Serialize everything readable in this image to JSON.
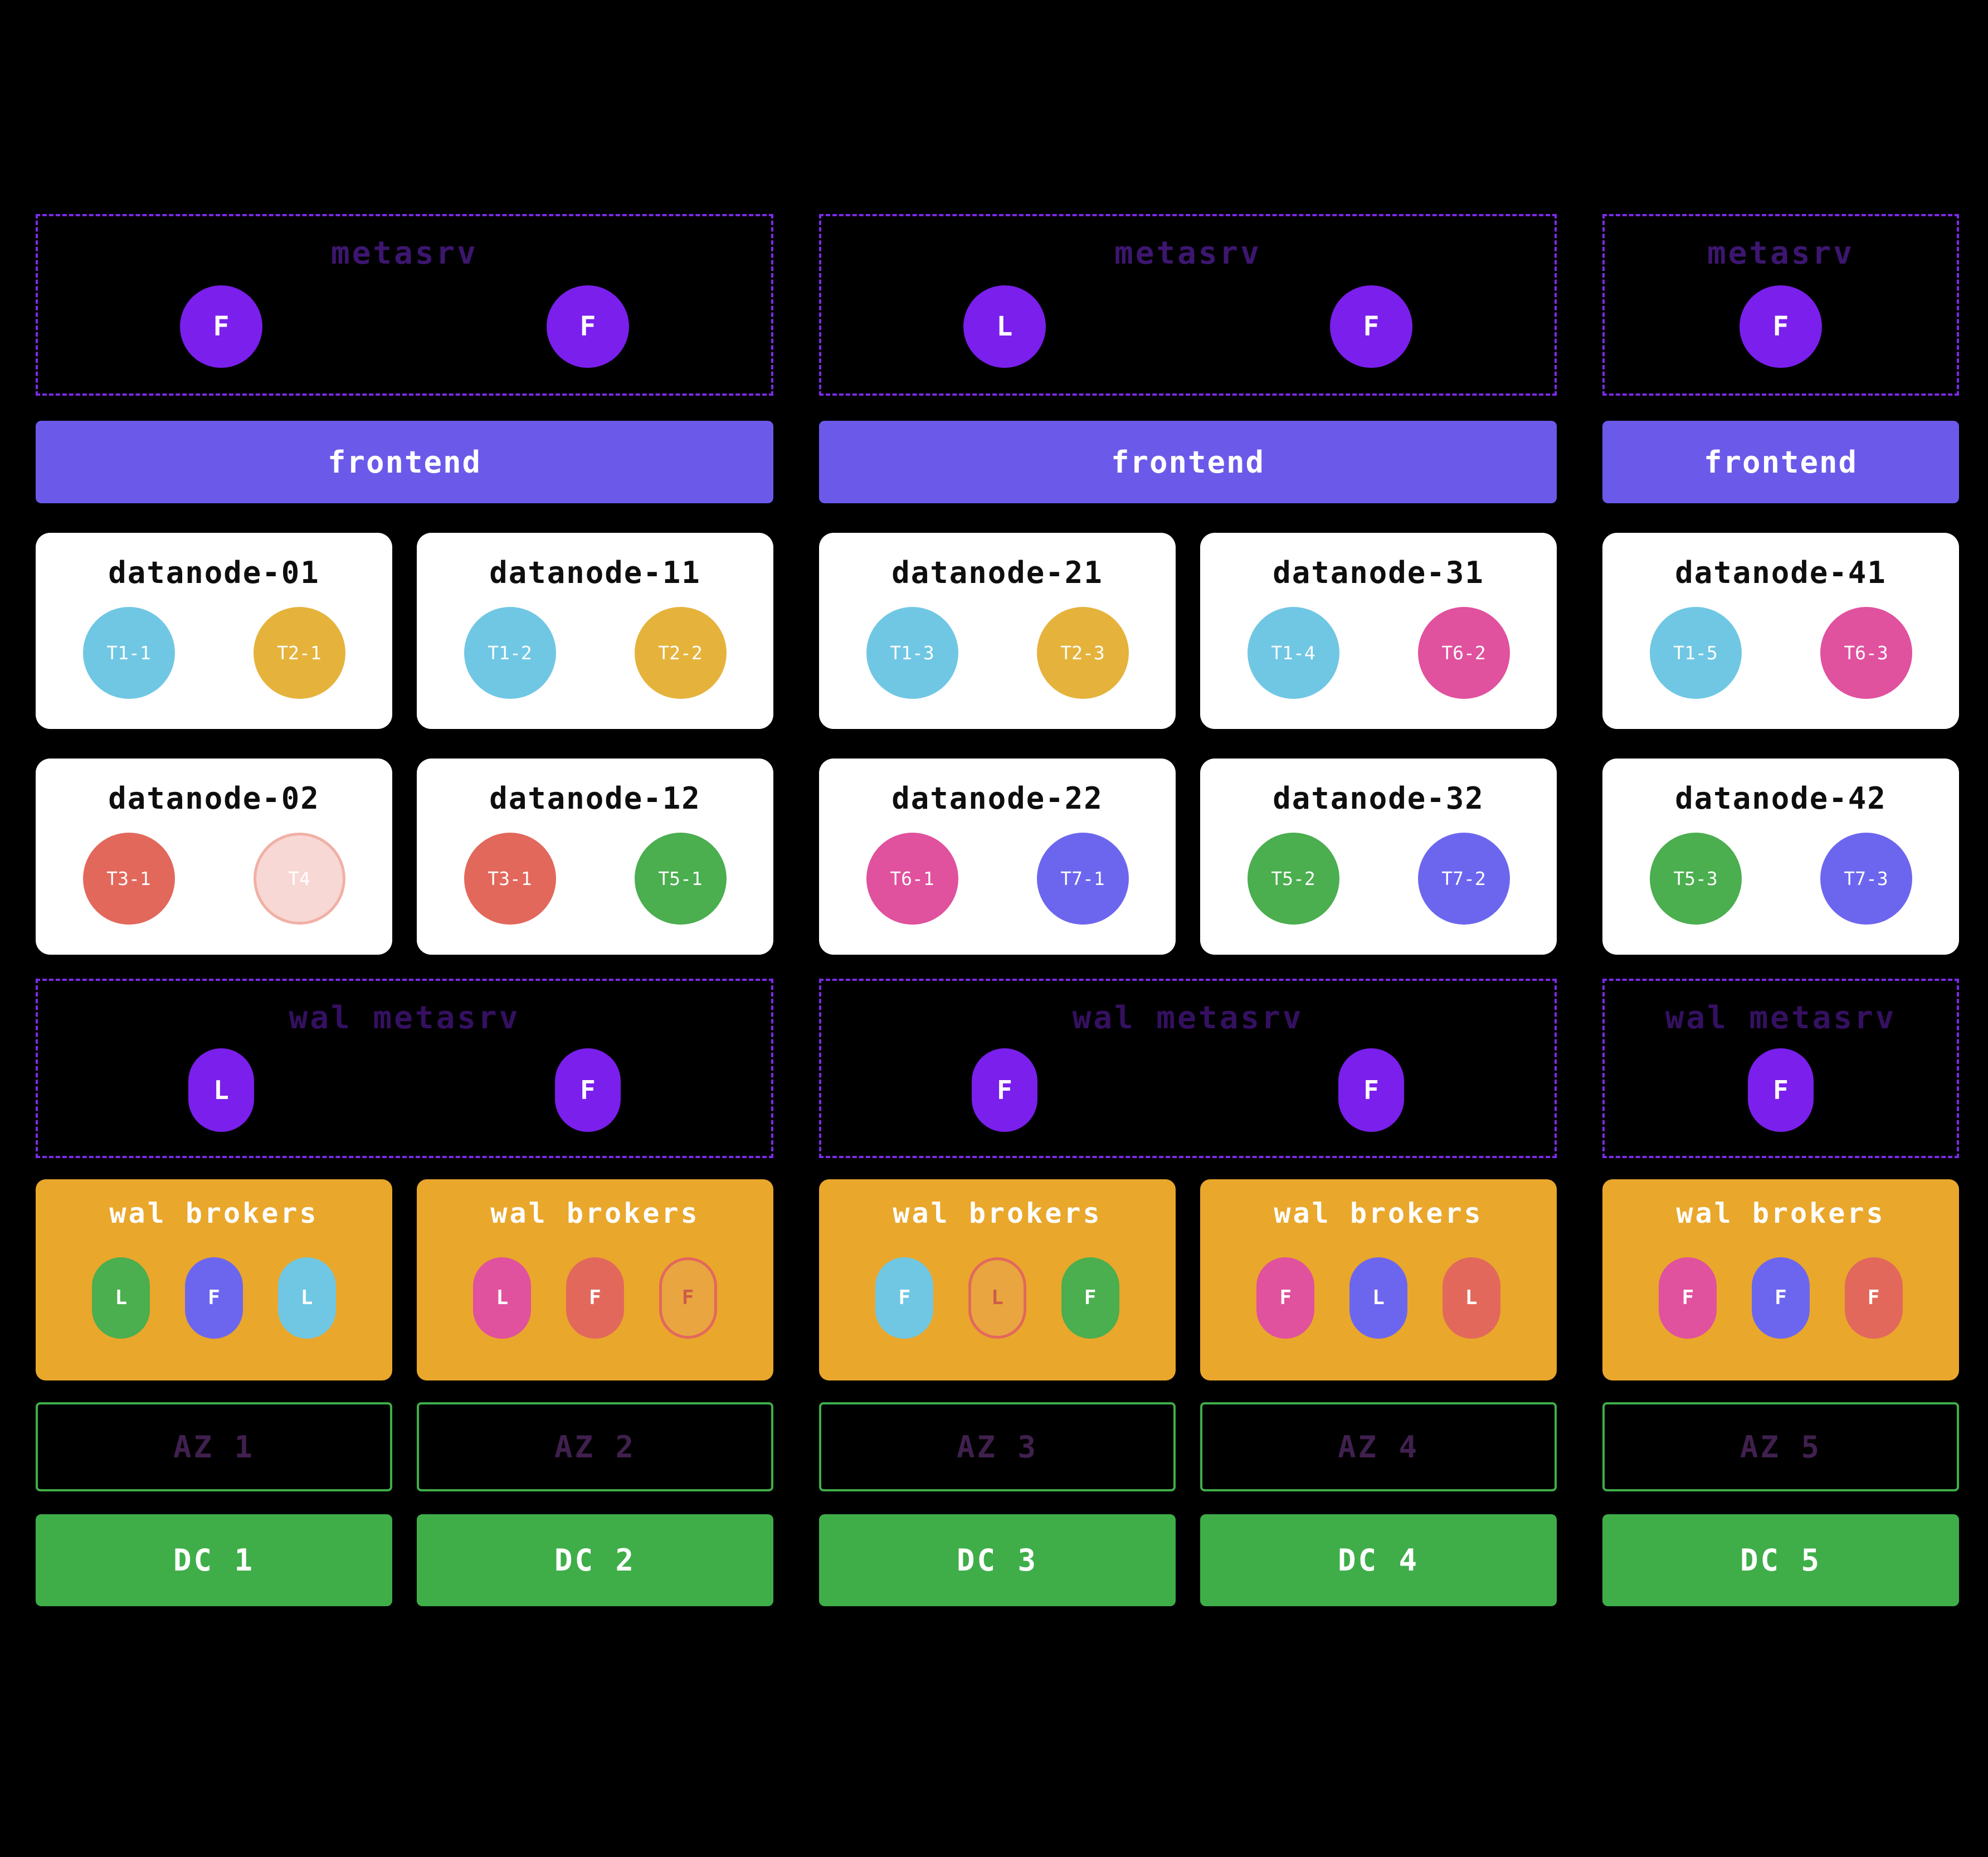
{
  "palette": {
    "background": "#000000",
    "metasrv_node": "#7A1FEC",
    "dashed_border": "#7D2AE8",
    "metasrv_title_text": "#3D1670",
    "wal_metasrv_title_text": "#351061",
    "frontend_bg": "#6B5AEA",
    "broker_bg": "#E9A72C",
    "az_border": "#3FAE49",
    "az_text": "#40204E",
    "dc_bg": "#3FAE49"
  },
  "metasrv_groups": [
    {
      "title": "metasrv",
      "nodes": [
        {
          "label": "F",
          "color": "#7A1FEC"
        },
        {
          "label": "F",
          "color": "#7A1FEC"
        }
      ]
    },
    {
      "title": "metasrv",
      "nodes": [
        {
          "label": "L",
          "color": "#7A1FEC"
        },
        {
          "label": "F",
          "color": "#7A1FEC"
        }
      ]
    },
    {
      "title": "metasrv",
      "nodes": [
        {
          "label": "F",
          "color": "#7A1FEC"
        }
      ]
    }
  ],
  "frontends": [
    {
      "label": "frontend"
    },
    {
      "label": "frontend"
    },
    {
      "label": "frontend"
    }
  ],
  "datanode_rows": [
    [
      {
        "name": "datanode-01",
        "regions": [
          {
            "label": "T1-1",
            "color": "#70C7E4"
          },
          {
            "label": "T2-1",
            "color": "#E5B33C"
          }
        ]
      },
      {
        "name": "datanode-11",
        "regions": [
          {
            "label": "T1-2",
            "color": "#70C7E4"
          },
          {
            "label": "T2-2",
            "color": "#E5B33C"
          }
        ]
      },
      {
        "name": "datanode-21",
        "regions": [
          {
            "label": "T1-3",
            "color": "#70C7E4"
          },
          {
            "label": "T2-3",
            "color": "#E5B33C"
          }
        ]
      },
      {
        "name": "datanode-31",
        "regions": [
          {
            "label": "T1-4",
            "color": "#70C7E4"
          },
          {
            "label": "T6-2",
            "color": "#E0519E"
          }
        ]
      },
      {
        "name": "datanode-41",
        "regions": [
          {
            "label": "T1-5",
            "color": "#70C7E4"
          },
          {
            "label": "T6-3",
            "color": "#E0519E"
          }
        ]
      }
    ],
    [
      {
        "name": "datanode-02",
        "regions": [
          {
            "label": "T3-1",
            "color": "#E2685C"
          },
          {
            "label": "T4",
            "color": "#F8D8D4",
            "border_color": "#F0B0A6",
            "text_color": "#FFFFFF"
          }
        ]
      },
      {
        "name": "datanode-12",
        "regions": [
          {
            "label": "T3-1",
            "color": "#E2685C"
          },
          {
            "label": "T5-1",
            "color": "#4BAE4F"
          }
        ]
      },
      {
        "name": "datanode-22",
        "regions": [
          {
            "label": "T6-1",
            "color": "#E0519E"
          },
          {
            "label": "T7-1",
            "color": "#6C66EF"
          }
        ]
      },
      {
        "name": "datanode-32",
        "regions": [
          {
            "label": "T5-2",
            "color": "#4BAE4F"
          },
          {
            "label": "T7-2",
            "color": "#6C66EF"
          }
        ]
      },
      {
        "name": "datanode-42",
        "regions": [
          {
            "label": "T5-3",
            "color": "#4BAE4F"
          },
          {
            "label": "T7-3",
            "color": "#6C66EF"
          }
        ]
      }
    ]
  ],
  "wal_metasrv_groups": [
    {
      "title": "wal metasrv",
      "nodes": [
        {
          "label": "L",
          "color": "#7A1FEC"
        },
        {
          "label": "F",
          "color": "#7A1FEC"
        }
      ]
    },
    {
      "title": "wal metasrv",
      "nodes": [
        {
          "label": "F",
          "color": "#7A1FEC"
        },
        {
          "label": "F",
          "color": "#7A1FEC"
        }
      ]
    },
    {
      "title": "wal metasrv",
      "nodes": [
        {
          "label": "F",
          "color": "#7A1FEC"
        }
      ]
    }
  ],
  "wal_broker_boxes": [
    {
      "title": "wal brokers",
      "pills": [
        {
          "label": "L",
          "color": "#4BAE4F"
        },
        {
          "label": "F",
          "color": "#6C66EF"
        },
        {
          "label": "L",
          "color": "#70C7E4"
        }
      ]
    },
    {
      "title": "wal brokers",
      "pills": [
        {
          "label": "L",
          "color": "#E0519E"
        },
        {
          "label": "F",
          "color": "#E2685C"
        },
        {
          "label": "F",
          "color": "#E8A540",
          "border_color": "#E2685C",
          "text_color": "#CE5B49"
        }
      ]
    },
    {
      "title": "wal brokers",
      "pills": [
        {
          "label": "F",
          "color": "#70C7E4"
        },
        {
          "label": "L",
          "color": "#E8A540",
          "border_color": "#E2685C",
          "text_color": "#CE5B49"
        },
        {
          "label": "F",
          "color": "#4BAE4F"
        }
      ]
    },
    {
      "title": "wal brokers",
      "pills": [
        {
          "label": "F",
          "color": "#E0519E"
        },
        {
          "label": "L",
          "color": "#6C66EF"
        },
        {
          "label": "L",
          "color": "#E2685C"
        }
      ]
    },
    {
      "title": "wal brokers",
      "pills": [
        {
          "label": "F",
          "color": "#E0519E"
        },
        {
          "label": "F",
          "color": "#6C66EF"
        },
        {
          "label": "F",
          "color": "#E2685C"
        }
      ]
    }
  ],
  "availability_zones": [
    {
      "label": "AZ 1"
    },
    {
      "label": "AZ 2"
    },
    {
      "label": "AZ 3"
    },
    {
      "label": "AZ 4"
    },
    {
      "label": "AZ 5"
    }
  ],
  "datacenters": [
    {
      "label": "DC 1"
    },
    {
      "label": "DC 2"
    },
    {
      "label": "DC 3"
    },
    {
      "label": "DC 4"
    },
    {
      "label": "DC 5"
    }
  ]
}
